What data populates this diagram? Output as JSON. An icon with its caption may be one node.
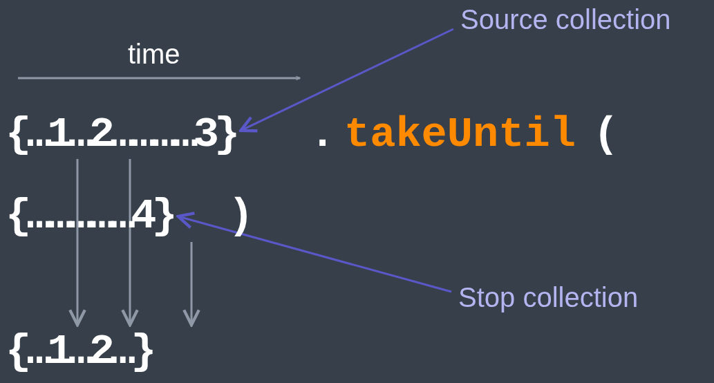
{
  "diagram": {
    "nodes": [
      {
        "text": [
          "Source collection"
        ]
      },
      {
        "text": [
          "Stop collection"
        ]
      },
      {
        "text": [
          "{…1…2…………3}"
        ]
      },
      {
        "text": [
          "{……………4}"
        ]
      },
      {
        "text": [
          "{…1…2…}"
        ]
      }
    ],
    "edges": [
      {
        "from": 0,
        "to": 2,
        "arrow": "to",
        "color": "#5a58c8"
      },
      {
        "from": 1,
        "to": 3,
        "arrow": "to",
        "color": "#5a58c8"
      },
      {
        "from": 2,
        "to": 4,
        "arrow": "to"
      },
      {
        "from": 2,
        "to": 4,
        "arrow": "to"
      },
      {
        "from": 3,
        "to": 4,
        "arrow": "to"
      }
    ],
    "labels": [
      "time",
      ".",
      "takeUntil",
      "(",
      ")"
    ]
  }
}
